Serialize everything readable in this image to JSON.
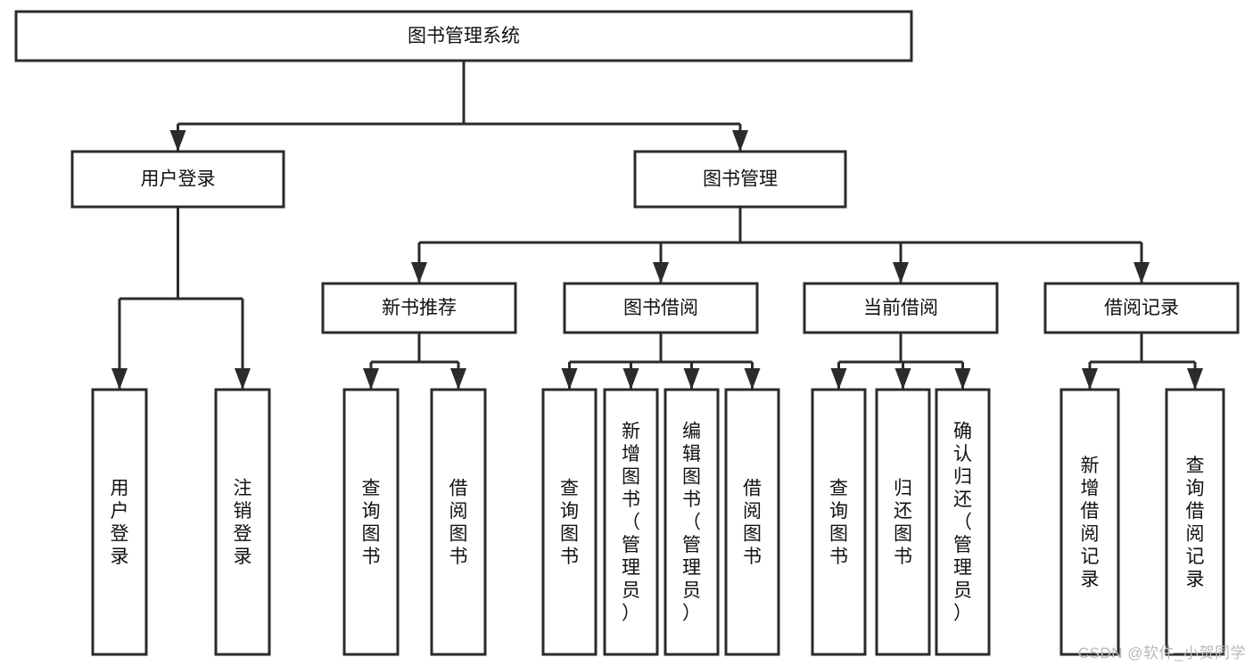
{
  "diagram": {
    "type": "tree-hierarchy",
    "title": "图书管理系统",
    "orientation": "top-down",
    "colors": {
      "box_fill": "#ffffff",
      "box_stroke": "#2b2b2b",
      "text": "#111111",
      "watermark": "#b9b9b9"
    },
    "levels": {
      "root": {
        "label": "图书管理系统"
      },
      "level2": [
        {
          "id": "user-login",
          "label": "用户登录"
        },
        {
          "id": "book-manage",
          "label": "图书管理"
        }
      ],
      "level3": [
        {
          "id": "new-book-recommend",
          "label": "新书推荐",
          "parent": "book-manage"
        },
        {
          "id": "book-borrow",
          "label": "图书借阅",
          "parent": "book-manage"
        },
        {
          "id": "current-borrow",
          "label": "当前借阅",
          "parent": "book-manage"
        },
        {
          "id": "borrow-record",
          "label": "借阅记录",
          "parent": "book-manage"
        }
      ],
      "leaves": [
        {
          "id": "leaf-user-login",
          "label": "用户登录",
          "parent": "user-login"
        },
        {
          "id": "leaf-user-logout",
          "label": "注销登录",
          "parent": "user-login"
        },
        {
          "id": "leaf-query-book-1",
          "label": "查询图书",
          "parent": "new-book-recommend"
        },
        {
          "id": "leaf-borrow-book-1",
          "label": "借阅图书",
          "parent": "new-book-recommend"
        },
        {
          "id": "leaf-query-book-2",
          "label": "查询图书",
          "parent": "book-borrow"
        },
        {
          "id": "leaf-add-book",
          "label": "新增图书（管理员）",
          "parent": "book-borrow"
        },
        {
          "id": "leaf-edit-book",
          "label": "编辑图书（管理员）",
          "parent": "book-borrow"
        },
        {
          "id": "leaf-borrow-book-2",
          "label": "借阅图书",
          "parent": "book-borrow"
        },
        {
          "id": "leaf-query-book-3",
          "label": "查询图书",
          "parent": "current-borrow"
        },
        {
          "id": "leaf-return-book",
          "label": "归还图书",
          "parent": "current-borrow"
        },
        {
          "id": "leaf-confirm-return",
          "label": "确认归还（管理员）",
          "parent": "current-borrow"
        },
        {
          "id": "leaf-add-record",
          "label": "新增借阅记录",
          "parent": "borrow-record"
        },
        {
          "id": "leaf-query-record",
          "label": "查询借阅记录",
          "parent": "borrow-record"
        }
      ]
    }
  },
  "watermark": {
    "text": "CSDN @软件_小贺同学"
  }
}
